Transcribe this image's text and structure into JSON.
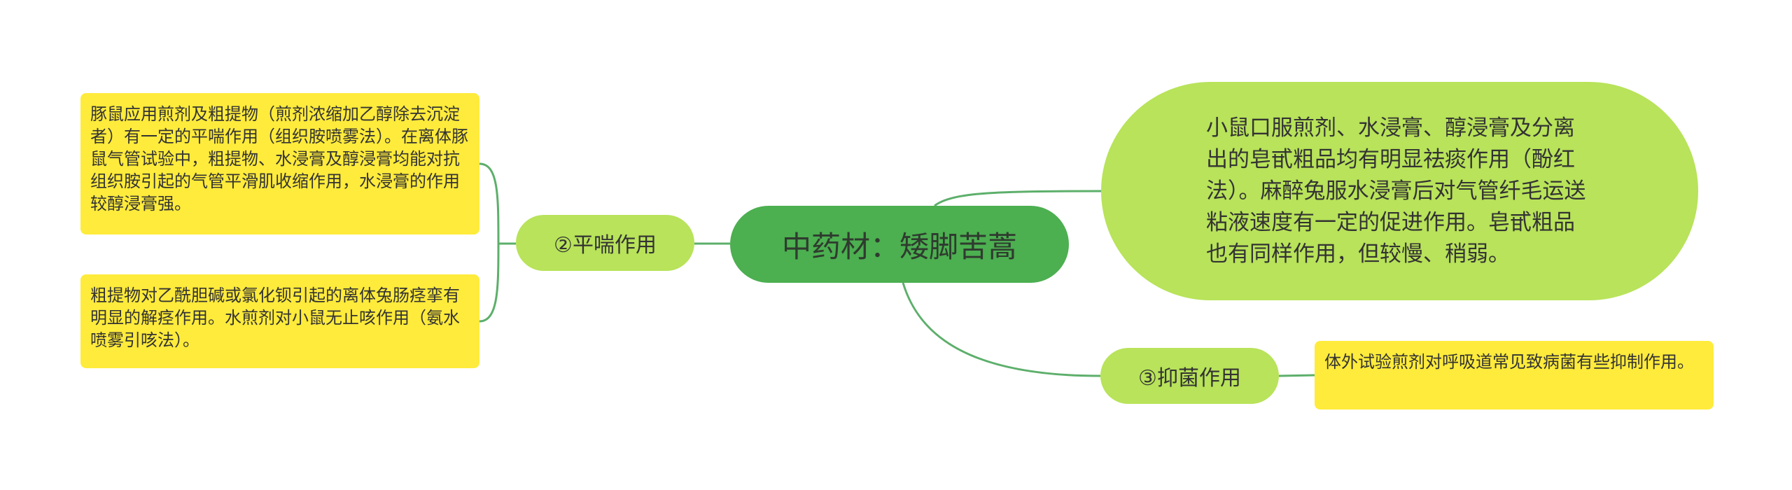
{
  "mindmap": {
    "root": {
      "label": "中药材：矮脚苦蒿"
    },
    "branch_antiasthma": {
      "label": "②平喘作用"
    },
    "branch_antibacterial": {
      "label": "③抑菌作用"
    },
    "node_expectorant": {
      "text": "小鼠口服煎剂、水浸膏、醇浸膏及分离出的皂甙粗品均有明显祛痰作用（酚红法）。麻醉兔服水浸膏后对气管纤毛运送粘液速度有一定的促进作用。皂甙粗品也有同样作用，但较慢、稍弱。"
    },
    "leaf_antiasthma_1": {
      "text": "豚鼠应用煎剂及粗提物（煎剂浓缩加乙醇除去沉淀者）有一定的平喘作用（组织胺喷雾法）。在离体豚鼠气管试验中，粗提物、水浸膏及醇浸膏均能对抗组织胺引起的气管平滑肌收缩作用，水浸膏的作用较醇浸膏强。"
    },
    "leaf_antiasthma_2": {
      "text": "粗提物对乙酰胆碱或氯化钡引起的离体兔肠痉挛有明显的解痉作用。水煎剂对小鼠无止咳作用（氨水喷雾引咳法）。"
    },
    "leaf_antibacterial": {
      "text": "体外试验煎剂对呼吸道常见致病菌有些抑制作用。"
    }
  },
  "colors": {
    "root_fill": "#4caf50",
    "branch_fill": "#b8e35a",
    "leaf_fill": "#ffeb3b",
    "connector": "#5daf6b",
    "text": "#333333"
  }
}
